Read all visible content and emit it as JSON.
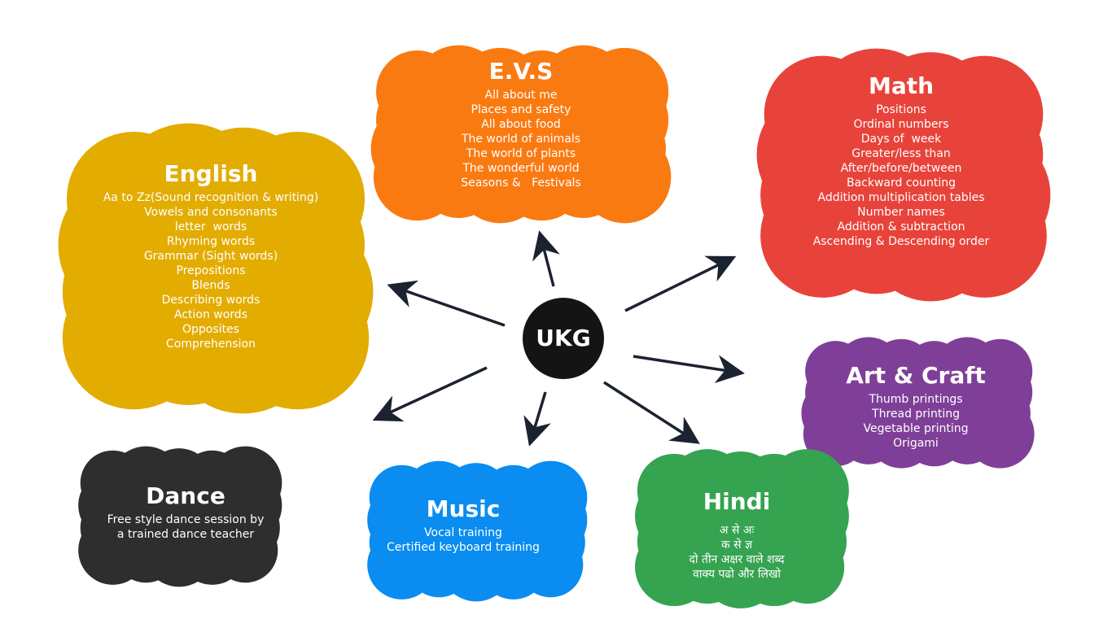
{
  "center": {
    "label": "UKG",
    "color": "#141414"
  },
  "arrow_color": "#1b2230",
  "subjects": [
    {
      "key": "evs",
      "title": "E.V.S",
      "color": "#fa7a12",
      "items": [
        "All about me",
        "Places and safety",
        "All about food",
        "The world of animals",
        "The world of plants",
        "The wonderful world",
        "Seasons &   Festivals"
      ]
    },
    {
      "key": "math",
      "title": "Math",
      "color": "#e8433a",
      "items": [
        "Positions",
        "Ordinal numbers",
        "Days of  week",
        "Greater/less than",
        "After/before/between",
        "Backward counting",
        "Addition multiplication tables",
        "Number names",
        "Addition & subtraction",
        "Ascending & Descending order"
      ]
    },
    {
      "key": "english",
      "title": "English",
      "color": "#e3ac00",
      "items": [
        "Aa to Zz(Sound recognition & writing)",
        "Vowels and consonants",
        "letter  words",
        "Rhyming words",
        "Grammar (Sight words)",
        "Prepositions",
        "Blends",
        "Describing words",
        "Action words",
        "Opposites",
        "Comprehension"
      ]
    },
    {
      "key": "art",
      "title": "Art & Craft",
      "color": "#7f3f98",
      "items": [
        "Thumb printings",
        "Thread printing",
        "Vegetable printing",
        "Origami"
      ]
    },
    {
      "key": "dance",
      "title": "Dance",
      "color": "#2e2e2e",
      "items": [
        "Free style dance session by",
        "a trained dance teacher"
      ]
    },
    {
      "key": "music",
      "title": "Music",
      "color": "#0a8cf0",
      "items": [
        "Vocal training",
        "Certified keyboard training"
      ]
    },
    {
      "key": "hindi",
      "title": "Hindi",
      "color": "#35a350",
      "items": [
        "अ से अः",
        "क से ज्ञ",
        "दो तीन अक्षर वाले शब्द",
        "वाक्य पढो और लिखो"
      ]
    }
  ]
}
